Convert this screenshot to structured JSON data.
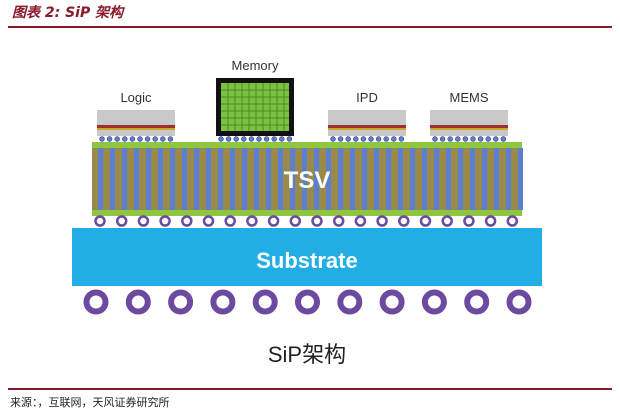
{
  "figure_title": "图表 2: SiP 架构",
  "source_note": "来源：，互联网，天风证券研究所",
  "diagram": {
    "chips": [
      "Logic",
      "Memory",
      "IPD",
      "MEMS"
    ],
    "interposer_label": "TSV",
    "substrate_label": "Substrate",
    "caption": "SiP架构"
  },
  "colors": {
    "accent_rule": "#8b1a2b",
    "substrate": "#22aee4",
    "interposer_fill": "#9a8a4a",
    "via": "#5b7fd1",
    "bump": "#6b4aa0",
    "memory_green": "#7ac142"
  }
}
